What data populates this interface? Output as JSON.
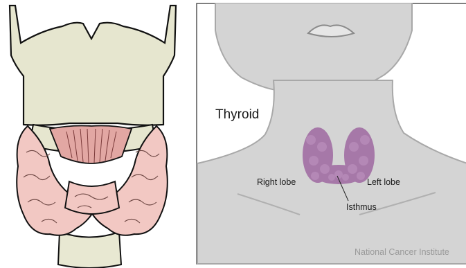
{
  "labels": {
    "title": "Thyroid",
    "right_lobe": "Right lobe",
    "left_lobe": "Left lobe",
    "isthmus": "Isthmus"
  },
  "credit": "National Cancer Institute",
  "colors": {
    "cartilage": "#e6e6cf",
    "thyroid_tissue": "#f2c8c3",
    "muscle": "#e2a7a3",
    "neck_skin": "#d4d4d4",
    "thyroid_gland": "#a678a8"
  }
}
